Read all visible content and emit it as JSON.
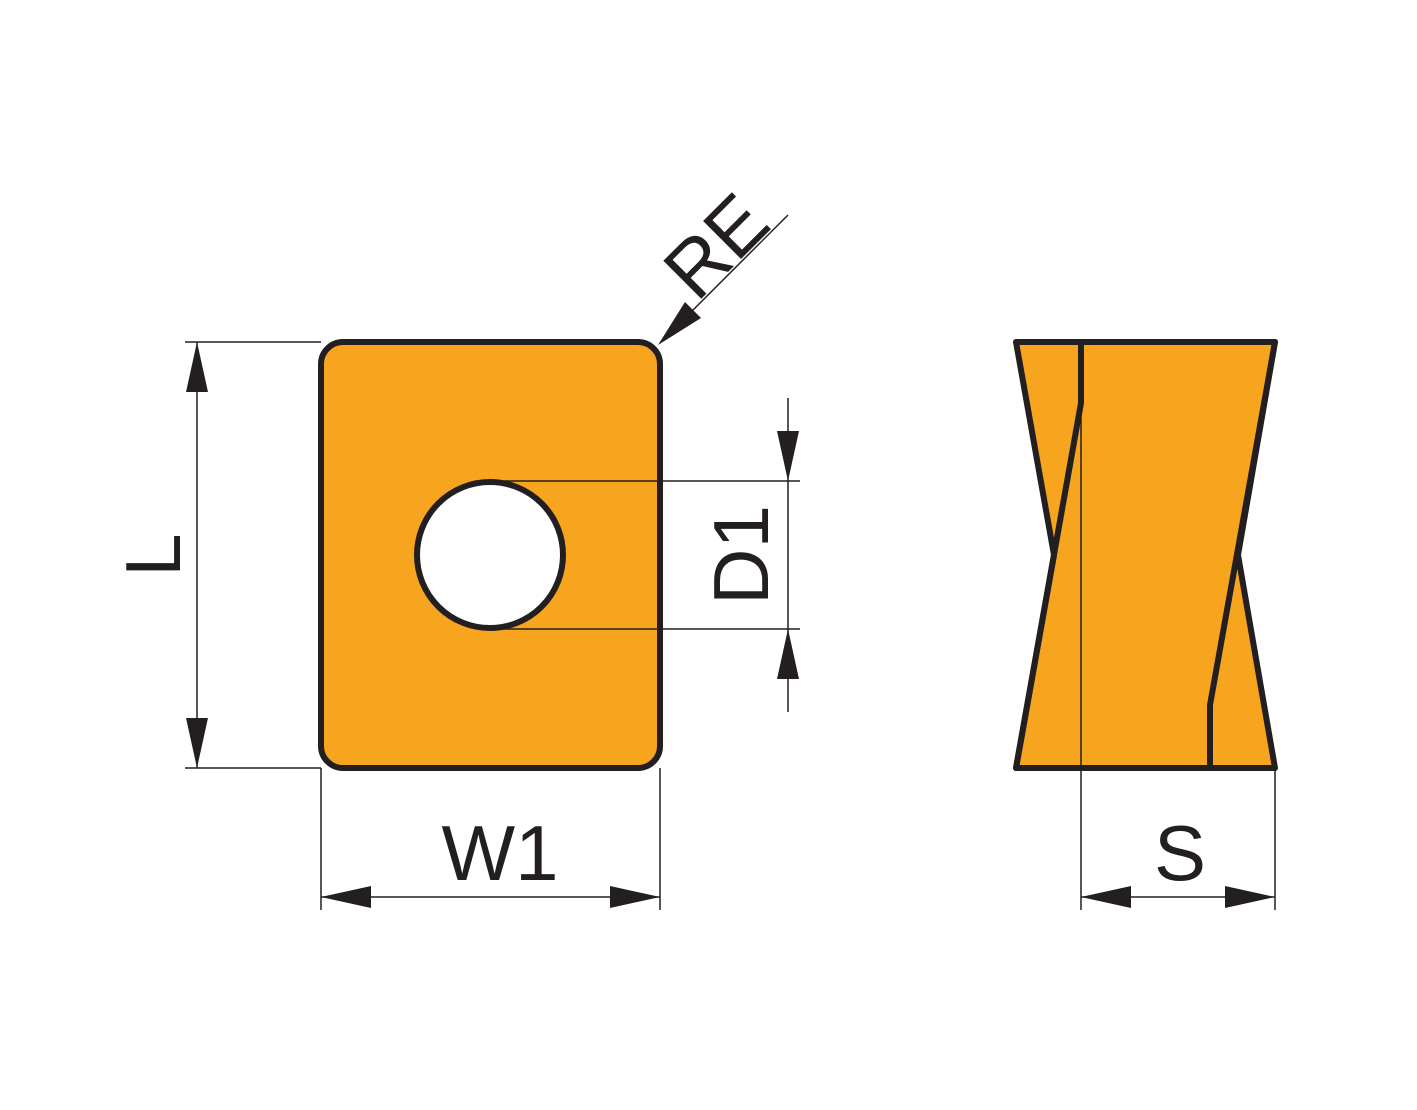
{
  "diagram": {
    "labels": {
      "length": "L",
      "width": "W1",
      "hole_diameter": "D1",
      "corner_radius": "RE",
      "thickness": "S"
    },
    "colors": {
      "insert_fill": "#F7A51E",
      "outline": "#231F20",
      "hole_fill": "#FFFFFF"
    }
  }
}
